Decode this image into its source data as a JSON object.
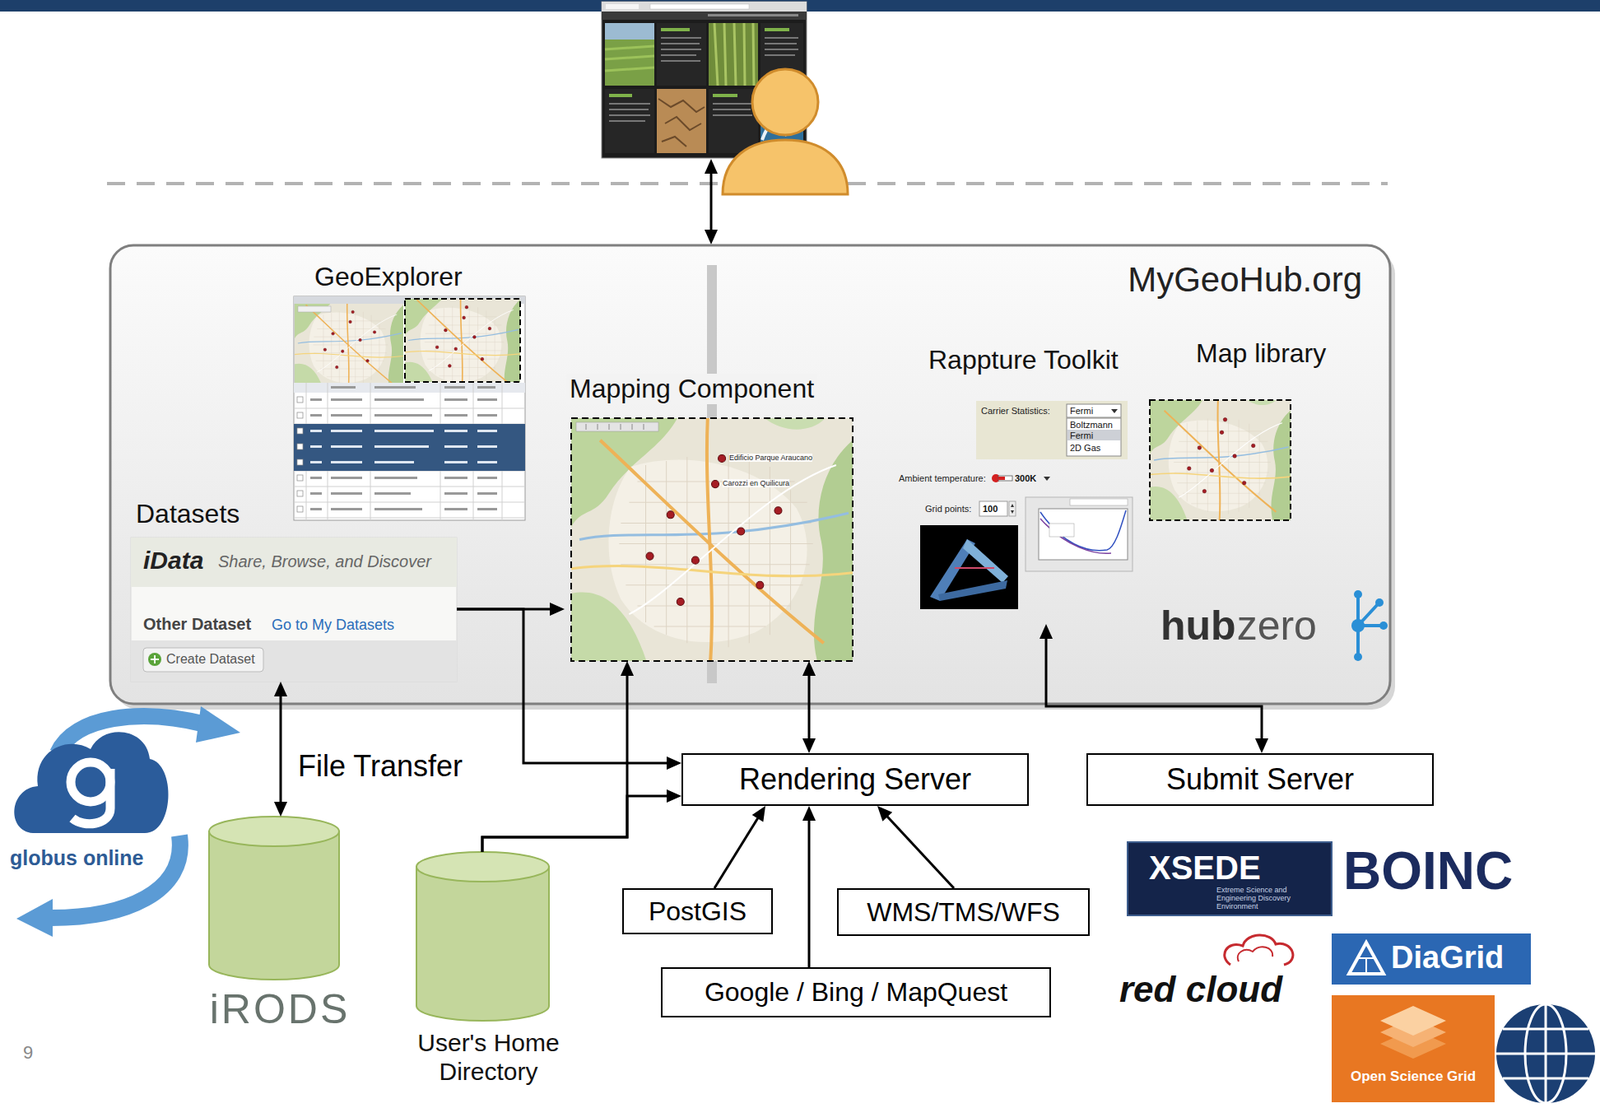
{
  "diagram": {
    "nodes": [
      {
        "text": [
          "MyGeoHub.org"
        ]
      },
      {
        "text": [
          "GeoExplorer"
        ],
        "in": 0
      },
      {
        "text": [
          "Datasets",
          "iData",
          "Share, Browse, and Discover",
          "Other Dataset",
          "Go to My Datasets",
          "Create Dataset"
        ],
        "in": 0
      },
      {
        "text": [
          "Mapping Component"
        ],
        "in": 0
      },
      {
        "text": [
          "Rappture Toolkit",
          "Carrier Statistics:",
          "Fermi",
          "Boltzmann",
          "Fermi",
          "2D Gas",
          "Ambient temperature:",
          "300K",
          "Grid points:",
          "100"
        ],
        "in": 0
      },
      {
        "text": [
          "Map library"
        ],
        "in": 0
      },
      {
        "text": [
          "Rendering Server"
        ]
      },
      {
        "text": [
          "Submit Server"
        ]
      },
      {
        "text": [
          "PostGIS"
        ]
      },
      {
        "text": [
          "WMS/TMS/WFS"
        ]
      },
      {
        "text": [
          "Google / Bing / MapQuest"
        ]
      },
      {
        "text": [
          "iRODS"
        ]
      },
      {
        "text": [
          "User's Home Directory"
        ]
      }
    ],
    "edges": [
      {
        "from": 2,
        "to": 3,
        "arrow": "to"
      },
      {
        "from": 2,
        "to": 6,
        "arrow": "to"
      },
      {
        "from": 12,
        "to": 3,
        "arrow": "to"
      },
      {
        "from": 12,
        "to": 6,
        "arrow": "to"
      },
      {
        "from": 3,
        "to": 6,
        "arrow": "both"
      },
      {
        "from": 8,
        "to": 6,
        "arrow": "to"
      },
      {
        "from": 10,
        "to": 6,
        "arrow": "to"
      },
      {
        "from": 9,
        "to": 6,
        "arrow": "to"
      },
      {
        "from": 4,
        "to": 7,
        "arrow": "both"
      },
      {
        "from": 2,
        "to": 11,
        "label": "File Transfer",
        "arrow": "both"
      }
    ],
    "labels": [
      "Edificio Parque Araucano",
      "Carozzi en Quilicura",
      "hub",
      "zero",
      "globus online",
      "XSEDE",
      "Extreme Science and Engineering Discovery Environment",
      "BOINC",
      "red cloud",
      "DiaGrid",
      "Open Science Grid",
      "9"
    ]
  }
}
